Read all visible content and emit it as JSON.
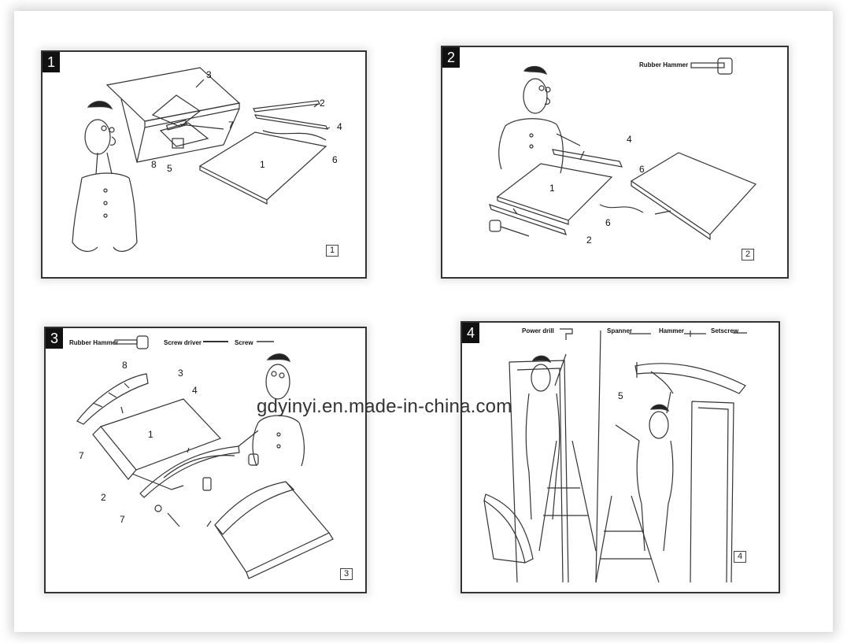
{
  "watermark": "gdyinyi.en.made-in-china.com",
  "panels": [
    {
      "badge": "1",
      "page_mark": "1",
      "callouts": [
        "3",
        "2",
        "7",
        "4",
        "6",
        "8",
        "5",
        "1"
      ]
    },
    {
      "badge": "2",
      "page_mark": "2",
      "tools": [
        "Rubber Hammer"
      ],
      "callouts": [
        "4",
        "6",
        "1",
        "6",
        "2"
      ]
    },
    {
      "badge": "3",
      "page_mark": "3",
      "tools": [
        "Rubber Hammer",
        "Screw driver",
        "Screw"
      ],
      "callouts": [
        "8",
        "3",
        "4",
        "1",
        "7",
        "2",
        "7"
      ]
    },
    {
      "badge": "4",
      "page_mark": "4",
      "tools": [
        "Power drill",
        "Spanner",
        "Hammer",
        "Setscrew"
      ],
      "callouts": [
        "5"
      ]
    }
  ]
}
